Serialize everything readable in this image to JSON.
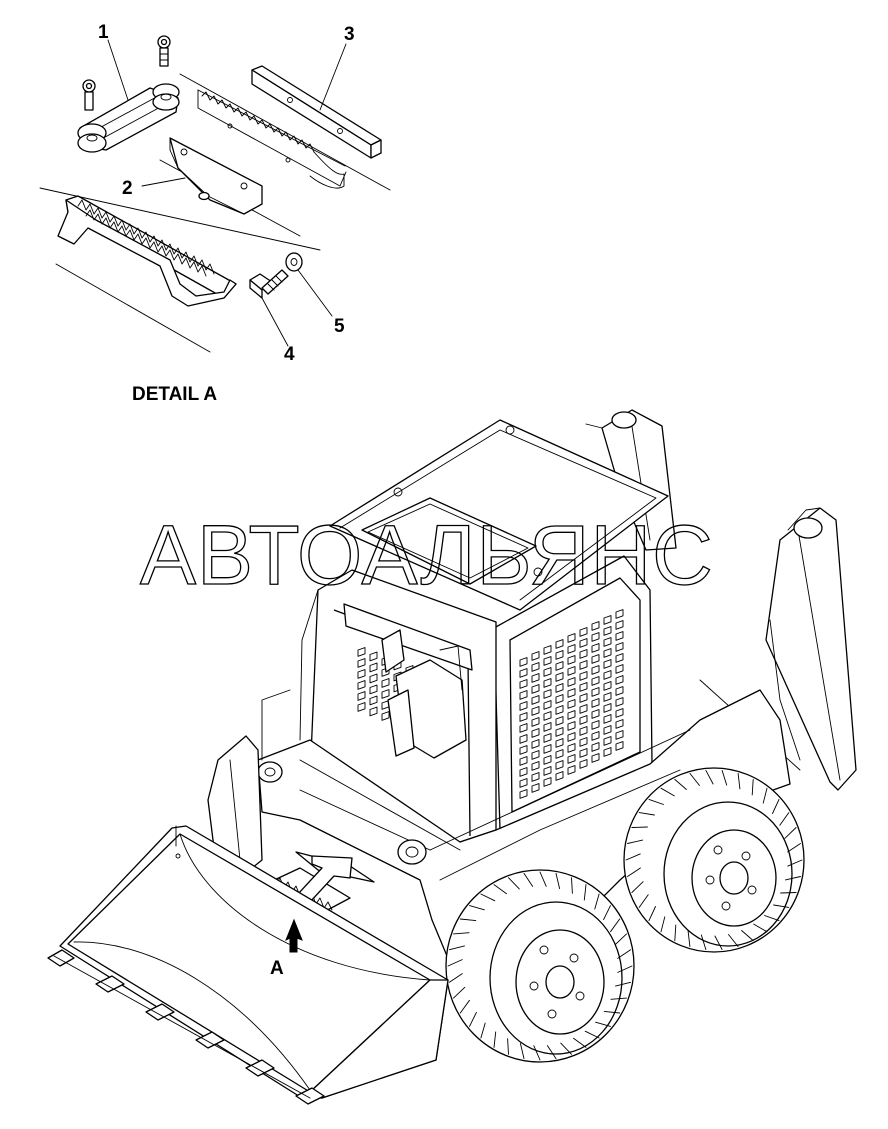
{
  "detail": {
    "title": "DETAIL A"
  },
  "callouts": [
    {
      "id": "1",
      "label": "1"
    },
    {
      "id": "2",
      "label": "2"
    },
    {
      "id": "3",
      "label": "3"
    },
    {
      "id": "4",
      "label": "4"
    },
    {
      "id": "5",
      "label": "5"
    }
  ],
  "view_marker": {
    "label": "A"
  },
  "watermark": {
    "text": "АВТОАЛЬЯНС"
  },
  "colors": {
    "line": "#000000",
    "background": "#ffffff"
  }
}
